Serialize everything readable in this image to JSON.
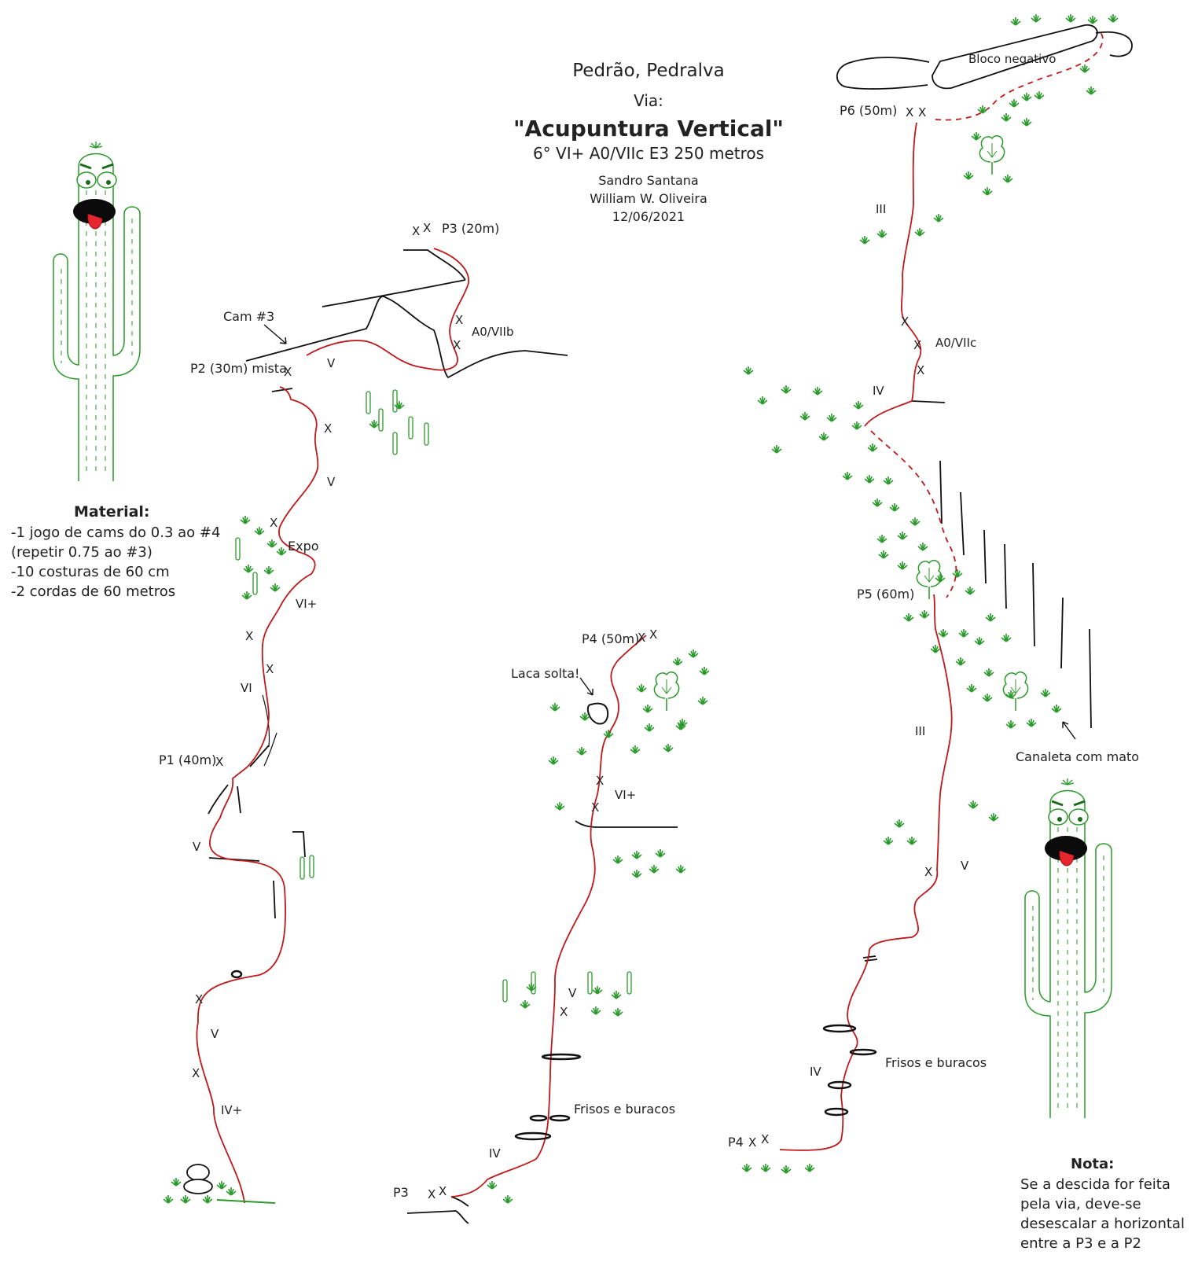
{
  "header": {
    "location": "Pedrão, Pedralva",
    "via_label": "Via:",
    "route_name": "\"Acupuntura Vertical\"",
    "grade_line": "6° VI+ A0/VIIc E3 250 metros",
    "authors": [
      "Sandro Santana",
      "William W. Oliveira"
    ],
    "date": "12/06/2021"
  },
  "material": {
    "title": "Material:",
    "items": [
      "-1 jogo de cams do 0.3 ao #4",
      "(repetir 0.75 ao #3)",
      "-10 costuras de 60 cm",
      "-2 cordas de 60 metros"
    ]
  },
  "note": {
    "title": "Nota:",
    "lines": [
      "Se a descida for feita",
      "pela via, deve-se",
      "desescalar a horizontal",
      "entre a P3 e a P2"
    ]
  },
  "belays": {
    "p1": "P1 (40m)",
    "p2": "P2 (30m) mista",
    "p3_top": "P3 (20m)",
    "p3_base": "P3",
    "p4_top": "P4 (50m)",
    "p4_base": "P4",
    "p5": "P5 (60m)",
    "p6": "P6 (50m)"
  },
  "grades": {
    "left": [
      "V",
      "V",
      "V",
      "VI+",
      "VI",
      "V",
      "V",
      "IV+"
    ],
    "left_aid": "A0/VIIb",
    "middle": [
      "VI+",
      "V",
      "IV"
    ],
    "right": [
      "III",
      "IV",
      "III",
      "V",
      "IV"
    ],
    "right_aid": "A0/VIIc"
  },
  "annotations": {
    "cam": "Cam #3",
    "expo": "Expo",
    "laca": "Laca solta!",
    "frisos": "Frisos e buracos",
    "canaleta": "Canaleta com mato",
    "bloco": "Bloco negativo"
  },
  "bolt_mark": "X",
  "colors": {
    "route": "#c0191b",
    "rock": "#111111",
    "vegetation": "#2a9a2a",
    "tongue": "#e5262f"
  },
  "icons": [
    "cactus-mascot-icon",
    "tree-icon",
    "grass-tuft-icon",
    "arrow-icon",
    "boulder-icon",
    "hole-icon"
  ]
}
